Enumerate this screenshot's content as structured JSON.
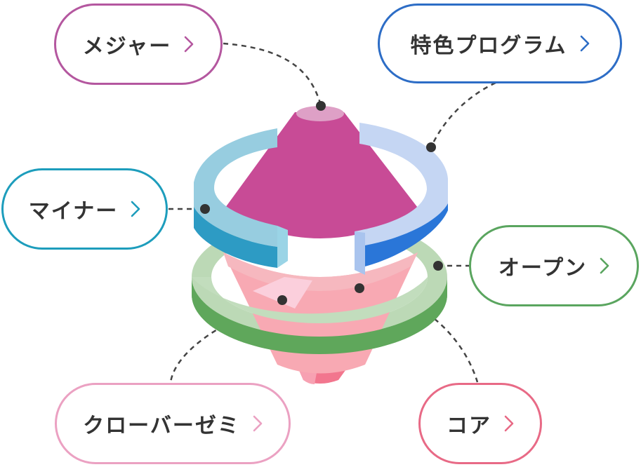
{
  "buttons": {
    "major": {
      "label": "メジャー",
      "color": "#b4579f"
    },
    "special": {
      "label": "特色プログラム",
      "color": "#2d6dc6"
    },
    "minor": {
      "label": "マイナー",
      "color": "#1d9dbc"
    },
    "open": {
      "label": "オープン",
      "color": "#5aa55f"
    },
    "clover": {
      "label": "クローバーゼミ",
      "color": "#eba1c2"
    },
    "core": {
      "label": "コア",
      "color": "#e86a86"
    }
  },
  "icons": {
    "chevron": "chevron-right-icon"
  }
}
